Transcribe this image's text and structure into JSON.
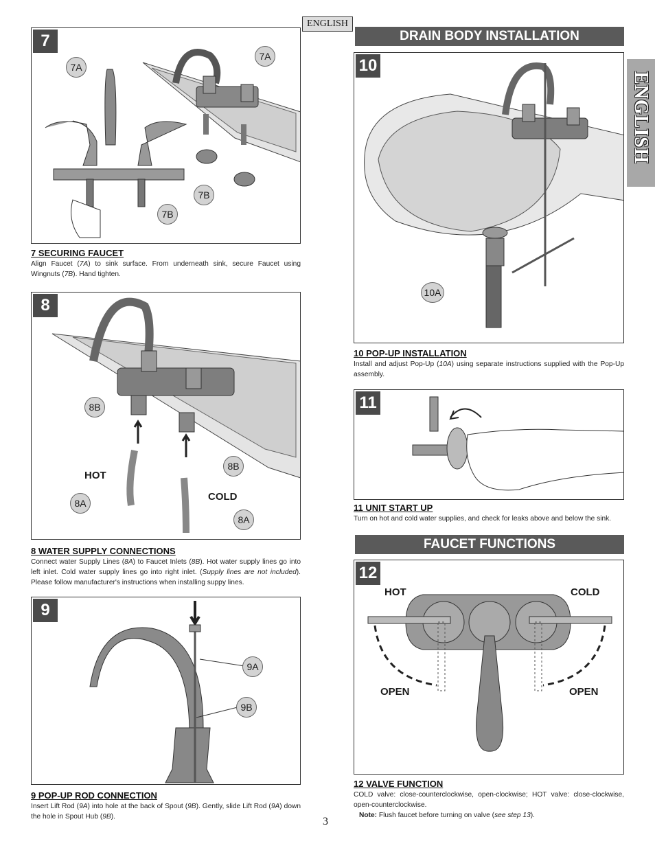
{
  "language_tag": "ENGLISH",
  "side_tab": "ENGLISH",
  "page_number": "3",
  "sections": {
    "drain": "DRAIN BODY INSTALLATION",
    "functions": "FAUCET FUNCTIONS"
  },
  "step7": {
    "number": "7",
    "callouts": [
      "7A",
      "7A",
      "7B",
      "7B"
    ],
    "title": "7  SECURING FAUCET",
    "text_parts": [
      "Align Faucet (",
      "7A",
      ") to sink surface.  From underneath sink, secure Faucet using Wingnuts (",
      "7B",
      "). Hand tighten."
    ]
  },
  "step8": {
    "number": "8",
    "callouts": [
      "8B",
      "8B",
      "8A",
      "8A"
    ],
    "hot": "HOT",
    "cold": "COLD",
    "title": "8  WATER SUPPLY CONNECTIONS",
    "text_parts": [
      "Connect water Supply Lines (",
      "8A",
      ") to Faucet Inlets (",
      "8B",
      ").  Hot water supply lines go into left inlet.  Cold water supply lines go into right inlet.  (",
      "Supply lines are not included",
      "). Please follow manufacturer's instructions when installing suppy lines."
    ]
  },
  "step9": {
    "number": "9",
    "callouts": [
      "9A",
      "9B"
    ],
    "title": "9  POP-UP ROD CONNECTION",
    "text_parts": [
      "Insert Lift Rod (",
      "9A",
      ") into hole at the back of Spout (",
      "9B",
      ").  Gently, slide Lift Rod (",
      "9A",
      ") down the hole in Spout Hub (",
      "9B",
      ")."
    ]
  },
  "step10": {
    "number": "10",
    "callouts": [
      "10A"
    ],
    "title": "10  POP-UP INSTALLATION",
    "text_parts": [
      "Install and adjust Pop-Up (",
      "10A",
      ") using separate instructions supplied with the Pop-Up assembly."
    ]
  },
  "step11": {
    "number": "11",
    "title": "11  UNIT START UP",
    "text": "Turn on hot and cold water supplies, and check for leaks above and below the sink."
  },
  "step12": {
    "number": "12",
    "hot": "HOT",
    "cold": "COLD",
    "open_left": "OPEN",
    "open_right": "OPEN",
    "title": "12  VALVE FUNCTION",
    "text": "COLD valve: close-counterclockwise, open-clockwise; HOT valve: close-clockwise, open-counterclockwise.",
    "note_label": "Note:",
    "note_parts": [
      " Flush faucet before turning on valve (",
      "see step 13",
      ")."
    ]
  }
}
